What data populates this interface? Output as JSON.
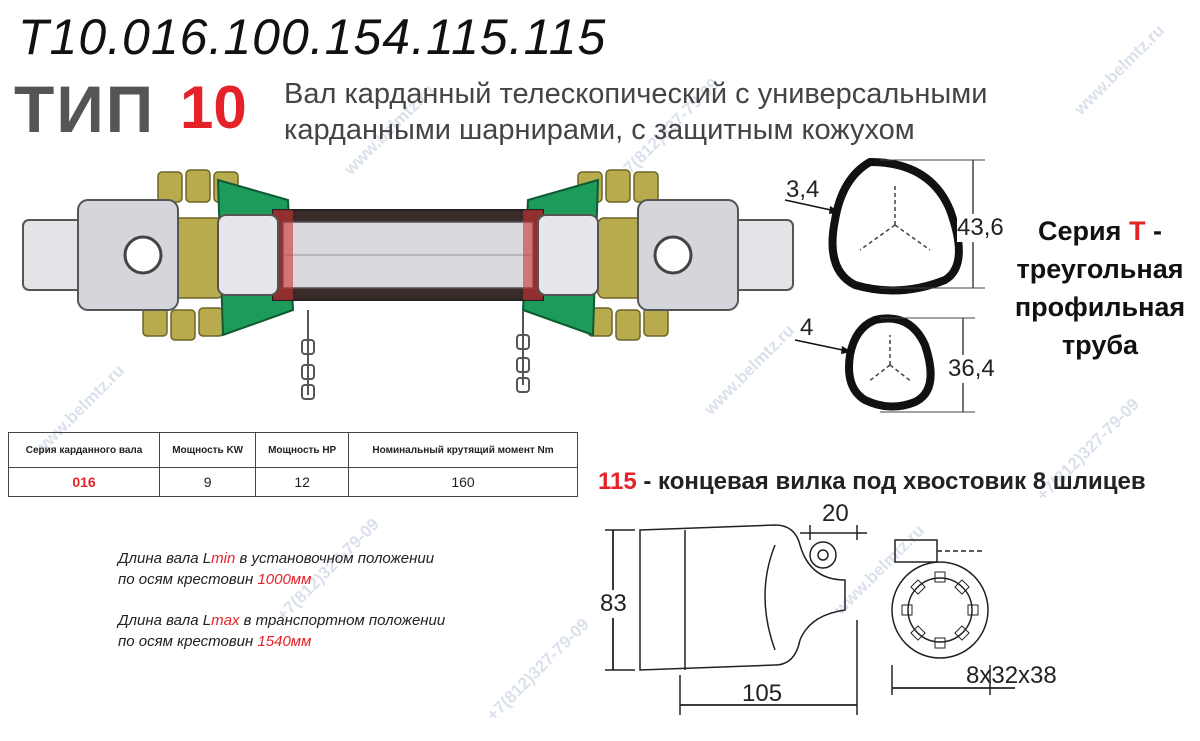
{
  "header": {
    "code": "T10.016.100.154.115.115",
    "type_word": "ТИП",
    "type_number": "10",
    "description_line1": "Вал карданный телескопический с универсальными",
    "description_line2": "карданными шарнирами, с защитным кожухом"
  },
  "profile": {
    "outer_wall": "3,4",
    "outer_size": "43,6",
    "inner_wall": "4",
    "inner_size": "36,4",
    "series_prefix": "Серия",
    "series_letter": "Т",
    "series_dash": "-",
    "series_line2": "треугольная",
    "series_line3": "профильная",
    "series_line4": "труба"
  },
  "table": {
    "headers": [
      "Серия карданного вала",
      "Мощность KW",
      "Мощность HP",
      "Номинальный крутящий момент Nm"
    ],
    "rows": [
      [
        "016",
        "9",
        "12",
        "160"
      ]
    ]
  },
  "lengths": {
    "min_line1_pre": "Длина вала L",
    "min_sub": "min",
    "min_line1_post": " в установочном положении",
    "min_line2_pre": "по осям крестовин ",
    "min_value": "1000мм",
    "max_line1_pre": "Длина вала L",
    "max_sub": "max",
    "max_line1_post": " в транспортном положении",
    "max_line2_pre": "по осям крестовин ",
    "max_value": "1540мм"
  },
  "yoke": {
    "code": "115",
    "title": " - концевая вилка под хвостовик 8 шлицев",
    "dim_top": "20",
    "dim_height": "83",
    "dim_length": "105",
    "dim_spline": "8x32x38"
  },
  "watermark": {
    "site": "www.belmtz.ru",
    "phone": "+7(812)327-79-09"
  },
  "colors": {
    "accent_red": "#e5222a",
    "guard_green": "#1d9b5a",
    "bellows_olive": "#b7ab4d"
  }
}
